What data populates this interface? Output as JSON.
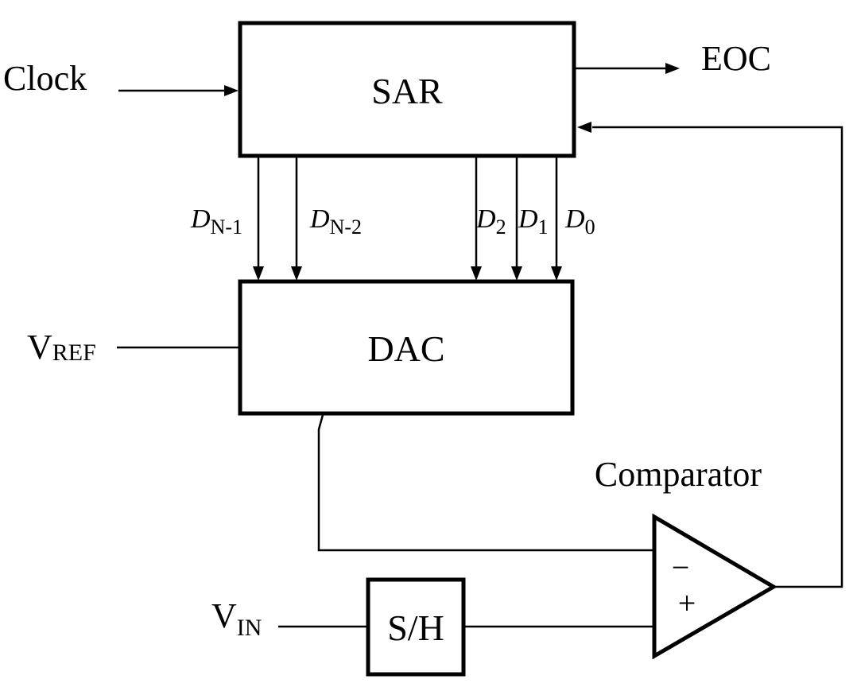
{
  "blocks": {
    "sar": "SAR",
    "dac": "DAC",
    "sh": "S/H",
    "comparator": "Comparator"
  },
  "signals": {
    "clock": "Clock",
    "eoc": "EOC",
    "vref_main": "V",
    "vref_sub": "REF",
    "vin_main": "V",
    "vin_sub": "IN"
  },
  "bits": [
    {
      "main": "D",
      "sub": "N-1"
    },
    {
      "main": "D",
      "sub": "N-2"
    },
    {
      "main": "D",
      "sub": "2"
    },
    {
      "main": "D",
      "sub": "1"
    },
    {
      "main": "D",
      "sub": "0"
    }
  ],
  "comparator_inputs": {
    "minus": "−",
    "plus": "+"
  },
  "colors": {
    "stroke": "#000000",
    "background": "#ffffff"
  }
}
